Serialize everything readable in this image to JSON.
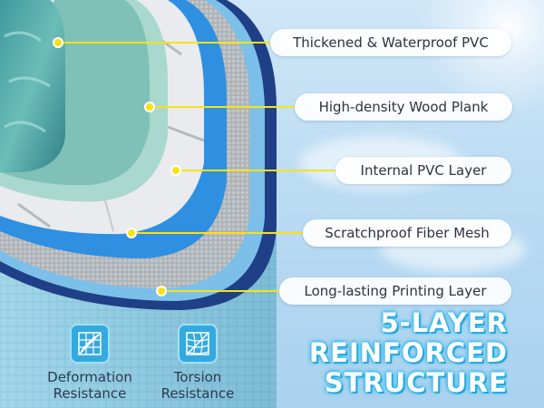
{
  "layers": [
    {
      "label": "Thickened & Waterproof PVC"
    },
    {
      "label": "High-density Wood Plank"
    },
    {
      "label": "Internal PVC Layer"
    },
    {
      "label": "Scratchproof Fiber Mesh"
    },
    {
      "label": "Long-lasting Printing Layer"
    }
  ],
  "headline": {
    "line1": "5-LAYER",
    "line2": "REINFORCED",
    "line3": "STRUCTURE"
  },
  "features": [
    {
      "line1": "Deformation",
      "line2": "Resistance",
      "icon": "deformation-resistance-icon"
    },
    {
      "line1": "Torsion",
      "line2": "Resistance",
      "icon": "torsion-resistance-icon"
    }
  ],
  "colors": {
    "sky": "#bcdcf3",
    "accent_blue": "#2f8fe0",
    "navy": "#1f3f86",
    "mint": "#a9d8cf",
    "marker_yellow": "#f7e21a",
    "headline_glow": "#2bb6e8"
  }
}
